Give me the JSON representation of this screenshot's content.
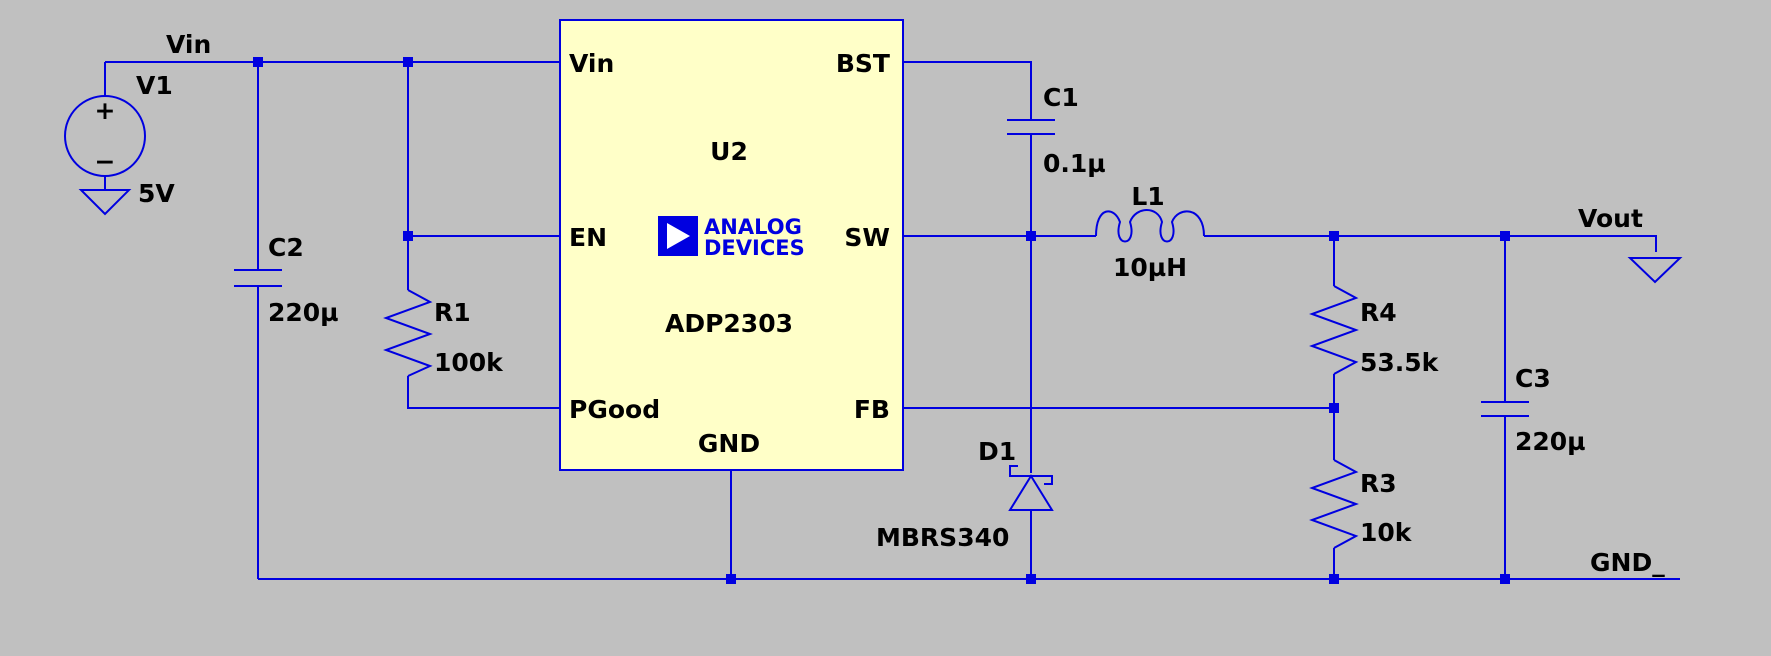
{
  "nets": {
    "vin": "Vin",
    "vout": "Vout",
    "gnd": "GND_"
  },
  "source": {
    "ref": "V1",
    "value": "5V",
    "plus": "+",
    "minus": "−"
  },
  "ic": {
    "ref": "U2",
    "part": "ADP2303",
    "logo_line1": "ANALOG",
    "logo_line2": "DEVICES",
    "pins": {
      "vin": "Vin",
      "en": "EN",
      "pgood": "PGood",
      "gnd": "GND",
      "bst": "BST",
      "sw": "SW",
      "fb": "FB"
    }
  },
  "components": {
    "c1": {
      "ref": "C1",
      "value": "0.1µ"
    },
    "c2": {
      "ref": "C2",
      "value": "220µ"
    },
    "c3": {
      "ref": "C3",
      "value": "220µ"
    },
    "r1": {
      "ref": "R1",
      "value": "100k"
    },
    "r3": {
      "ref": "R3",
      "value": "10k"
    },
    "r4": {
      "ref": "R4",
      "value": "53.5k"
    },
    "l1": {
      "ref": "L1",
      "value": "10µH"
    },
    "d1": {
      "ref": "D1",
      "value": "MBRS340"
    }
  },
  "colors": {
    "background": "#c0c0c0",
    "wire": "#0000e0",
    "ic_body": "#ffffc8",
    "logo": "#0000e0"
  }
}
